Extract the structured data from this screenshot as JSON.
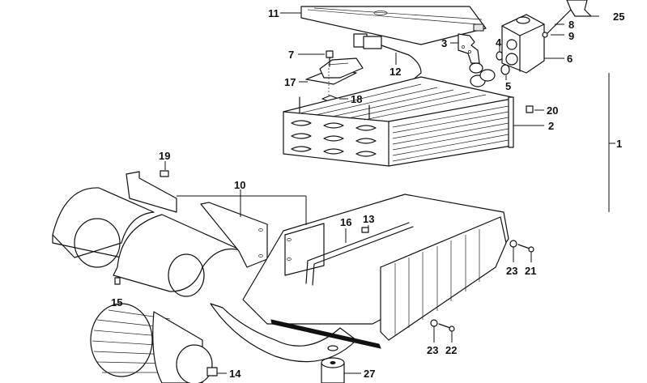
{
  "diagram": {
    "title": "Evaporator / blower housing exploded parts view",
    "callouts": [
      {
        "id": "1",
        "label": "1"
      },
      {
        "id": "2",
        "label": "2"
      },
      {
        "id": "3",
        "label": "3"
      },
      {
        "id": "4",
        "label": "4"
      },
      {
        "id": "5",
        "label": "5"
      },
      {
        "id": "6",
        "label": "6"
      },
      {
        "id": "7",
        "label": "7"
      },
      {
        "id": "8",
        "label": "8"
      },
      {
        "id": "9",
        "label": "9"
      },
      {
        "id": "10",
        "label": "10"
      },
      {
        "id": "11",
        "label": "11"
      },
      {
        "id": "12",
        "label": "12"
      },
      {
        "id": "13",
        "label": "13"
      },
      {
        "id": "14",
        "label": "14"
      },
      {
        "id": "15",
        "label": "15"
      },
      {
        "id": "16",
        "label": "16"
      },
      {
        "id": "17",
        "label": "17"
      },
      {
        "id": "18",
        "label": "18"
      },
      {
        "id": "19",
        "label": "19"
      },
      {
        "id": "20",
        "label": "20"
      },
      {
        "id": "21",
        "label": "21"
      },
      {
        "id": "22",
        "label": "22"
      },
      {
        "id": "23a",
        "label": "23"
      },
      {
        "id": "23b",
        "label": "23"
      },
      {
        "id": "25",
        "label": "25"
      },
      {
        "id": "27",
        "label": "27"
      }
    ],
    "parts": [
      "cover-plate",
      "evaporator-core",
      "bracket",
      "o-ring-small",
      "o-ring-large",
      "expansion-valve",
      "screw",
      "bolt",
      "washer",
      "blower-housing-halves",
      "capillary-tube",
      "clip",
      "blower-motor",
      "clamp",
      "drain-tube",
      "thermostat-switch",
      "grommet",
      "clip-small",
      "nut",
      "screw-long",
      "screw-short",
      "washer-flat",
      "bracket-arm",
      "resistor"
    ]
  }
}
